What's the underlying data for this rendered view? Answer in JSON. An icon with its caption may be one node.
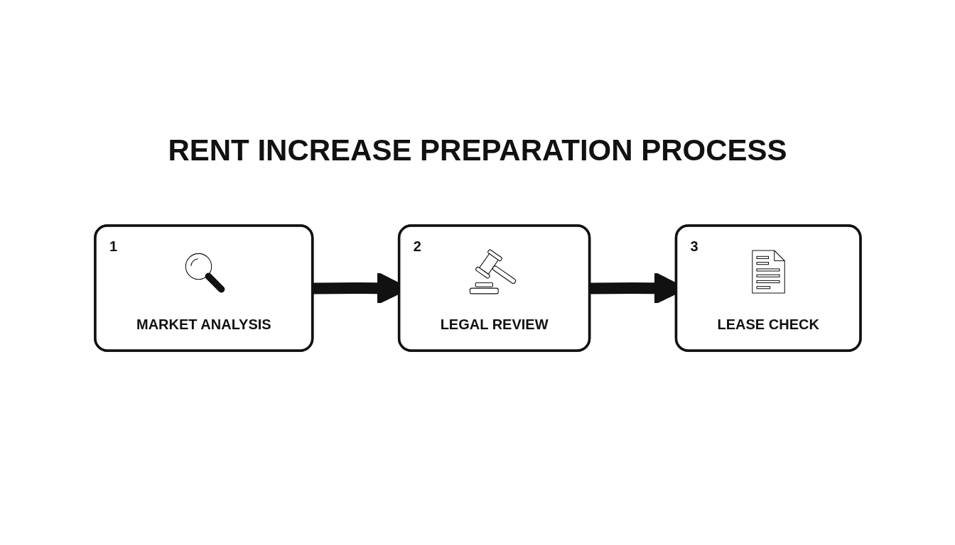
{
  "diagram": {
    "title": "RENT INCREASE PREPARATION PROCESS",
    "nodes": [
      {
        "text": [
          "1",
          "MARKET ANALYSIS"
        ]
      },
      {
        "text": [
          "2",
          "LEGAL REVIEW"
        ]
      },
      {
        "text": [
          "3",
          "LEASE CHECK"
        ]
      }
    ],
    "edges": [
      {
        "from": 0,
        "to": 1,
        "arrow": "to"
      },
      {
        "from": 1,
        "to": 2,
        "arrow": "to"
      }
    ]
  }
}
